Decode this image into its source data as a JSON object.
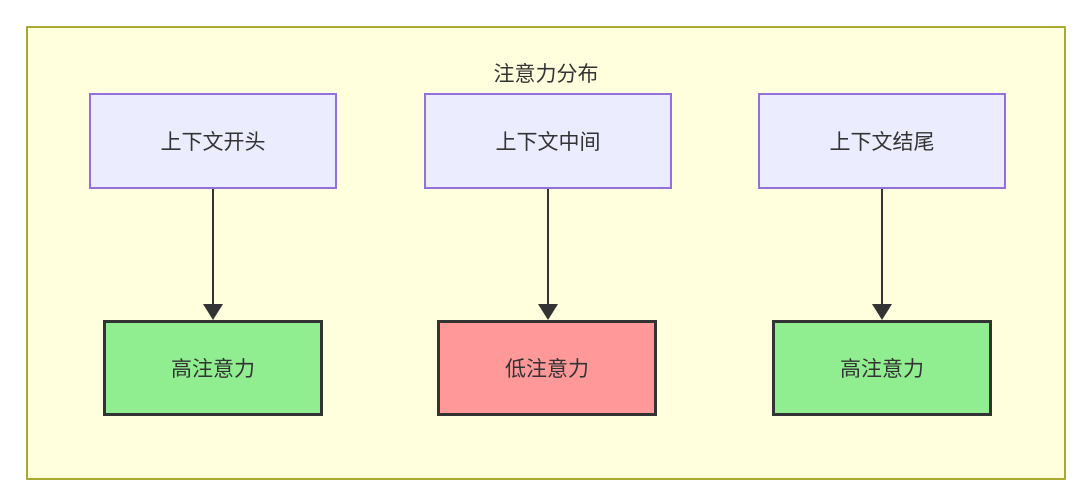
{
  "diagram": {
    "title": "注意力分布",
    "colors": {
      "cluster_fill": "#ffffde",
      "cluster_border": "#aaaa33",
      "source_fill": "#ececff",
      "source_border": "#9370db",
      "high_fill": "#90ee90",
      "low_fill": "#ff9999",
      "result_border": "#333333",
      "arrow": "#333333",
      "text": "#333333"
    },
    "columns": [
      {
        "source": "上下文开头",
        "result": "高注意力",
        "level": "high"
      },
      {
        "source": "上下文中间",
        "result": "低注意力",
        "level": "low"
      },
      {
        "source": "上下文结尾",
        "result": "高注意力",
        "level": "high"
      }
    ]
  }
}
